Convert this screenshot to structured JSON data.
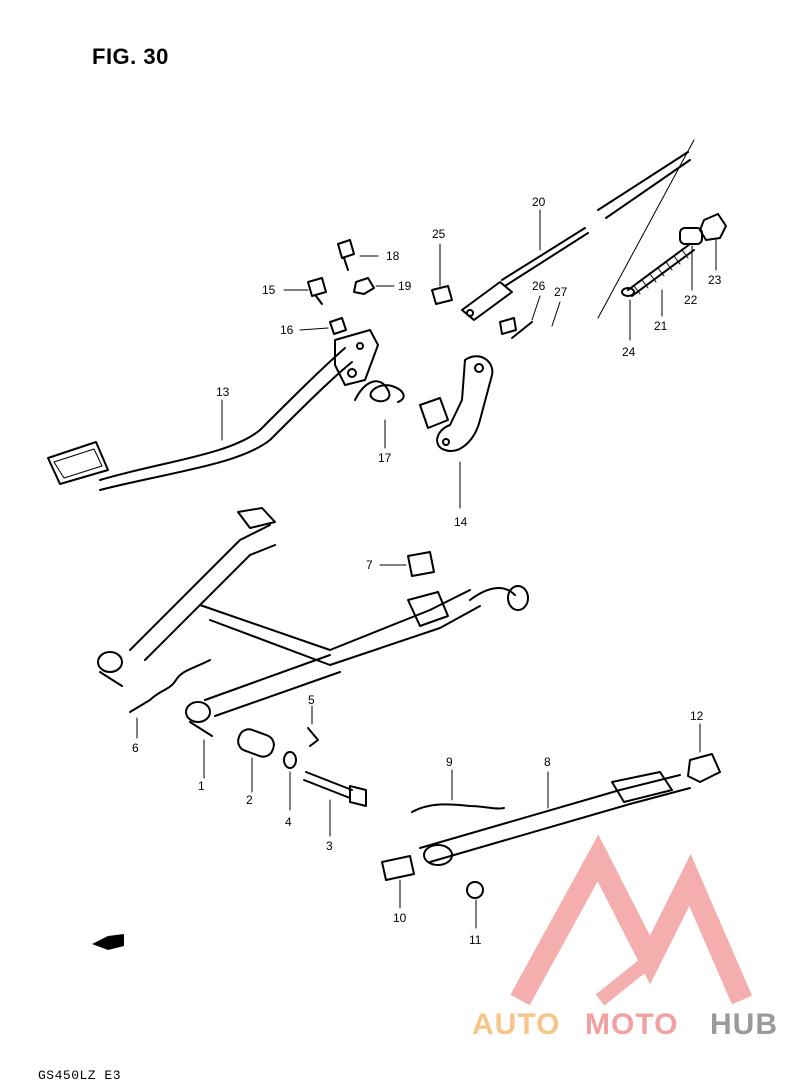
{
  "figure": {
    "title": "FIG. 30",
    "footer": "GS450LZ  E3"
  },
  "callouts": {
    "c1": "1",
    "c2": "2",
    "c3": "3",
    "c4": "4",
    "c5": "5",
    "c6": "6",
    "c7": "7",
    "c8": "8",
    "c9": "9",
    "c10": "10",
    "c11": "11",
    "c12": "12",
    "c13": "13",
    "c14": "14",
    "c15": "15",
    "c16": "16",
    "c17": "17",
    "c18": "18",
    "c19": "19",
    "c20": "20",
    "c21": "21",
    "c22": "22",
    "c23": "23",
    "c24": "24",
    "c25": "25",
    "c26": "26",
    "c27": "27"
  },
  "watermark": {
    "auto": "AUTO",
    "moto": "MOTO",
    "hub": "HUB",
    "colors": {
      "auto": "#f7c48a",
      "moto": "#f3a0a0",
      "hub": "#9a9a9a",
      "logo": "#f3a0a0"
    }
  },
  "icons": {
    "fwd_arrow": "forward-direction-arrow-icon"
  }
}
